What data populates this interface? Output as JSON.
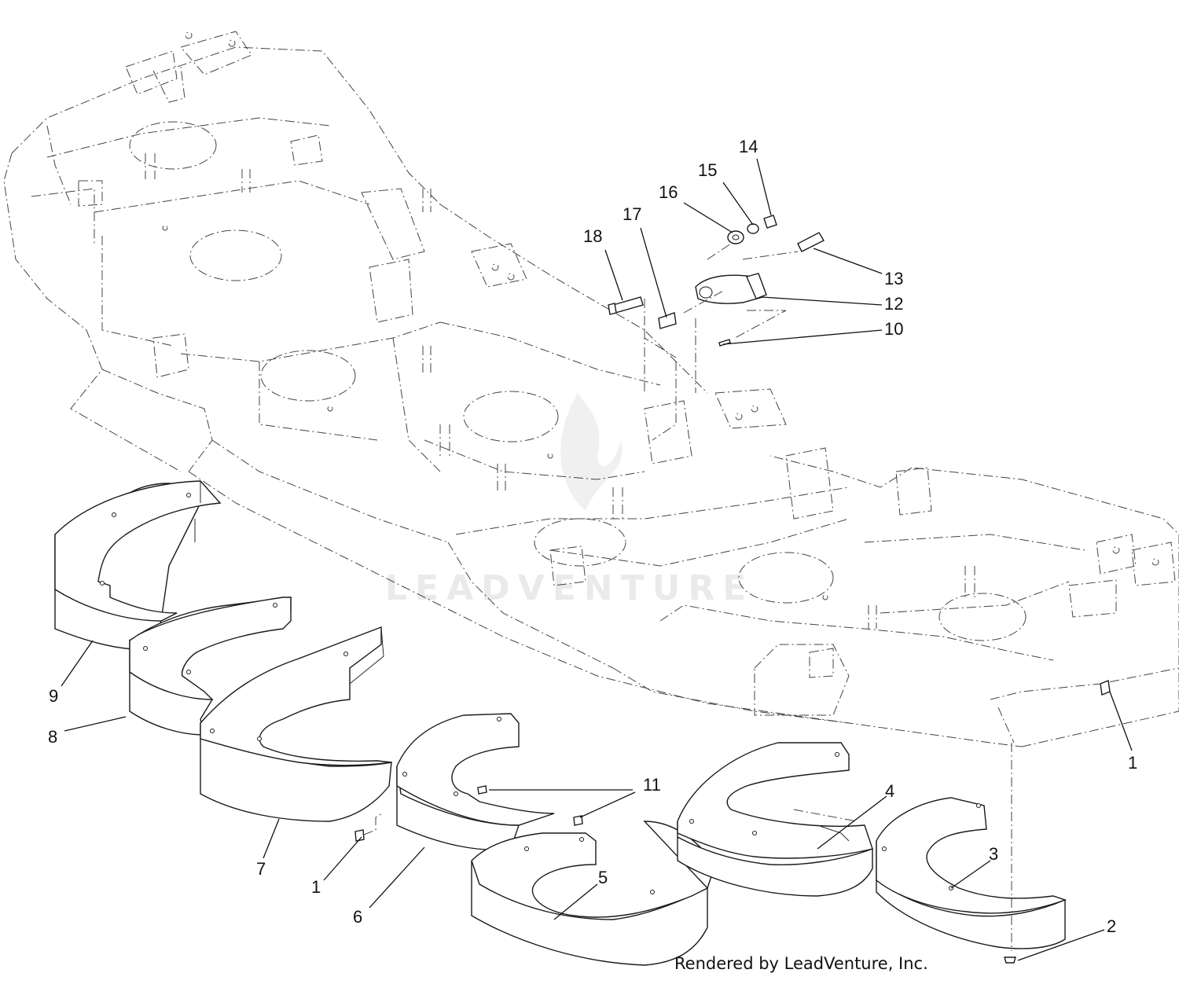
{
  "watermark_text": "LEADVENTURE",
  "footer_credit": "Rendered by LeadVenture, Inc.",
  "callouts": [
    {
      "id": "c1a",
      "label": "1"
    },
    {
      "id": "c1b",
      "label": "1"
    },
    {
      "id": "c2",
      "label": "2"
    },
    {
      "id": "c3",
      "label": "3"
    },
    {
      "id": "c4",
      "label": "4"
    },
    {
      "id": "c5",
      "label": "5"
    },
    {
      "id": "c6",
      "label": "6"
    },
    {
      "id": "c7",
      "label": "7"
    },
    {
      "id": "c8",
      "label": "8"
    },
    {
      "id": "c9",
      "label": "9"
    },
    {
      "id": "c10",
      "label": "10"
    },
    {
      "id": "c11",
      "label": "11"
    },
    {
      "id": "c12",
      "label": "12"
    },
    {
      "id": "c13",
      "label": "13"
    },
    {
      "id": "c14",
      "label": "14"
    },
    {
      "id": "c15",
      "label": "15"
    },
    {
      "id": "c16",
      "label": "16"
    },
    {
      "id": "c17",
      "label": "17"
    },
    {
      "id": "c18",
      "label": "18"
    }
  ]
}
